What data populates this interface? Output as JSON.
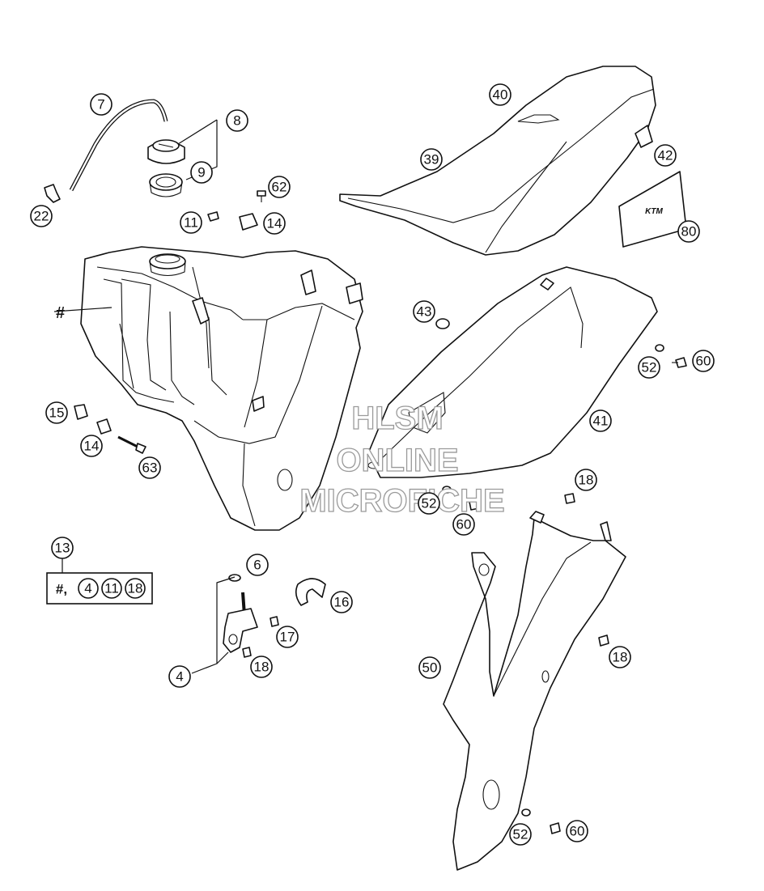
{
  "watermark": {
    "line1": "HLSM",
    "line2": "ONLINE",
    "line3": "MICROFICHE"
  },
  "hash_label": "#",
  "kit": {
    "number": "13",
    "prefix": "#,",
    "parts": [
      "4",
      "11",
      "18"
    ]
  },
  "seat_logo": "KTM",
  "callouts": [
    "7",
    "8",
    "9",
    "22",
    "62",
    "11",
    "14",
    "40",
    "39",
    "42",
    "80",
    "15",
    "14",
    "63",
    "43",
    "52",
    "60",
    "41",
    "18",
    "52",
    "60",
    "6",
    "16",
    "17",
    "4",
    "18",
    "18",
    "50",
    "52",
    "60"
  ]
}
